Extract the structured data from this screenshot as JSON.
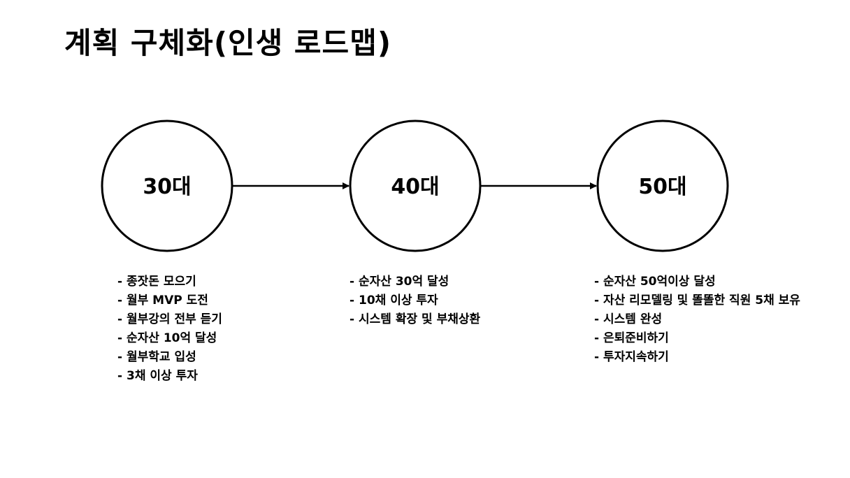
{
  "title": "계획 구체화(인생 로드맵)",
  "stages": [
    {
      "label": "30대",
      "items": [
        "종잣돈 모으기",
        "월부 MVP 도전",
        "월부강의 전부 듣기",
        "순자산 10억 달성",
        "월부학교 입성",
        "3채 이상 투자"
      ]
    },
    {
      "label": "40대",
      "items": [
        "순자산 30억 달성",
        "10채 이상 투자",
        "시스템 확장 및 부채상환"
      ]
    },
    {
      "label": "50대",
      "items": [
        "순자산 50억이상 달성",
        "자산 리모델링 및 똘똘한 직원 5채 보유",
        "시스템 완성",
        "은퇴준비하기",
        "투자지속하기"
      ]
    }
  ],
  "colors": {
    "stroke": "#000000",
    "background": "#ffffff"
  }
}
